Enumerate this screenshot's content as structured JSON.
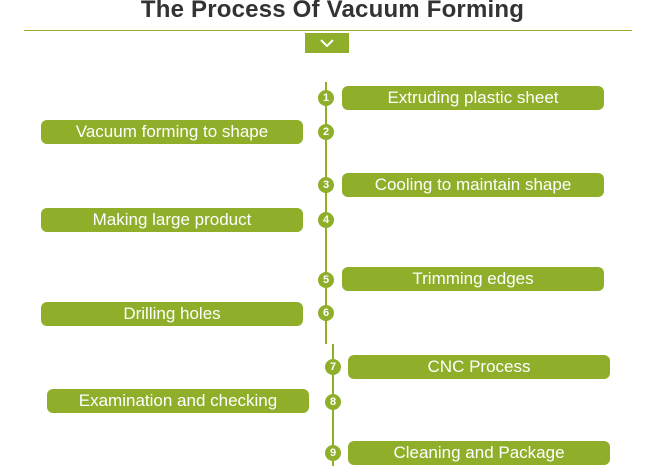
{
  "title": "The Process Of Vacuum Forming",
  "header_icon": "chevron-down-icon",
  "accent_color": "#8fae2a",
  "steps": [
    {
      "number": "1",
      "label": "Extruding plastic sheet"
    },
    {
      "number": "2",
      "label": "Vacuum forming to shape"
    },
    {
      "number": "3",
      "label": "Cooling to maintain shape"
    },
    {
      "number": "4",
      "label": "Making large product"
    },
    {
      "number": "5",
      "label": "Trimming edges"
    },
    {
      "number": "6",
      "label": "Drilling holes"
    },
    {
      "number": "7",
      "label": "CNC Process"
    },
    {
      "number": "8",
      "label": "Examination and checking"
    },
    {
      "number": "9",
      "label": "Cleaning and Package"
    }
  ]
}
